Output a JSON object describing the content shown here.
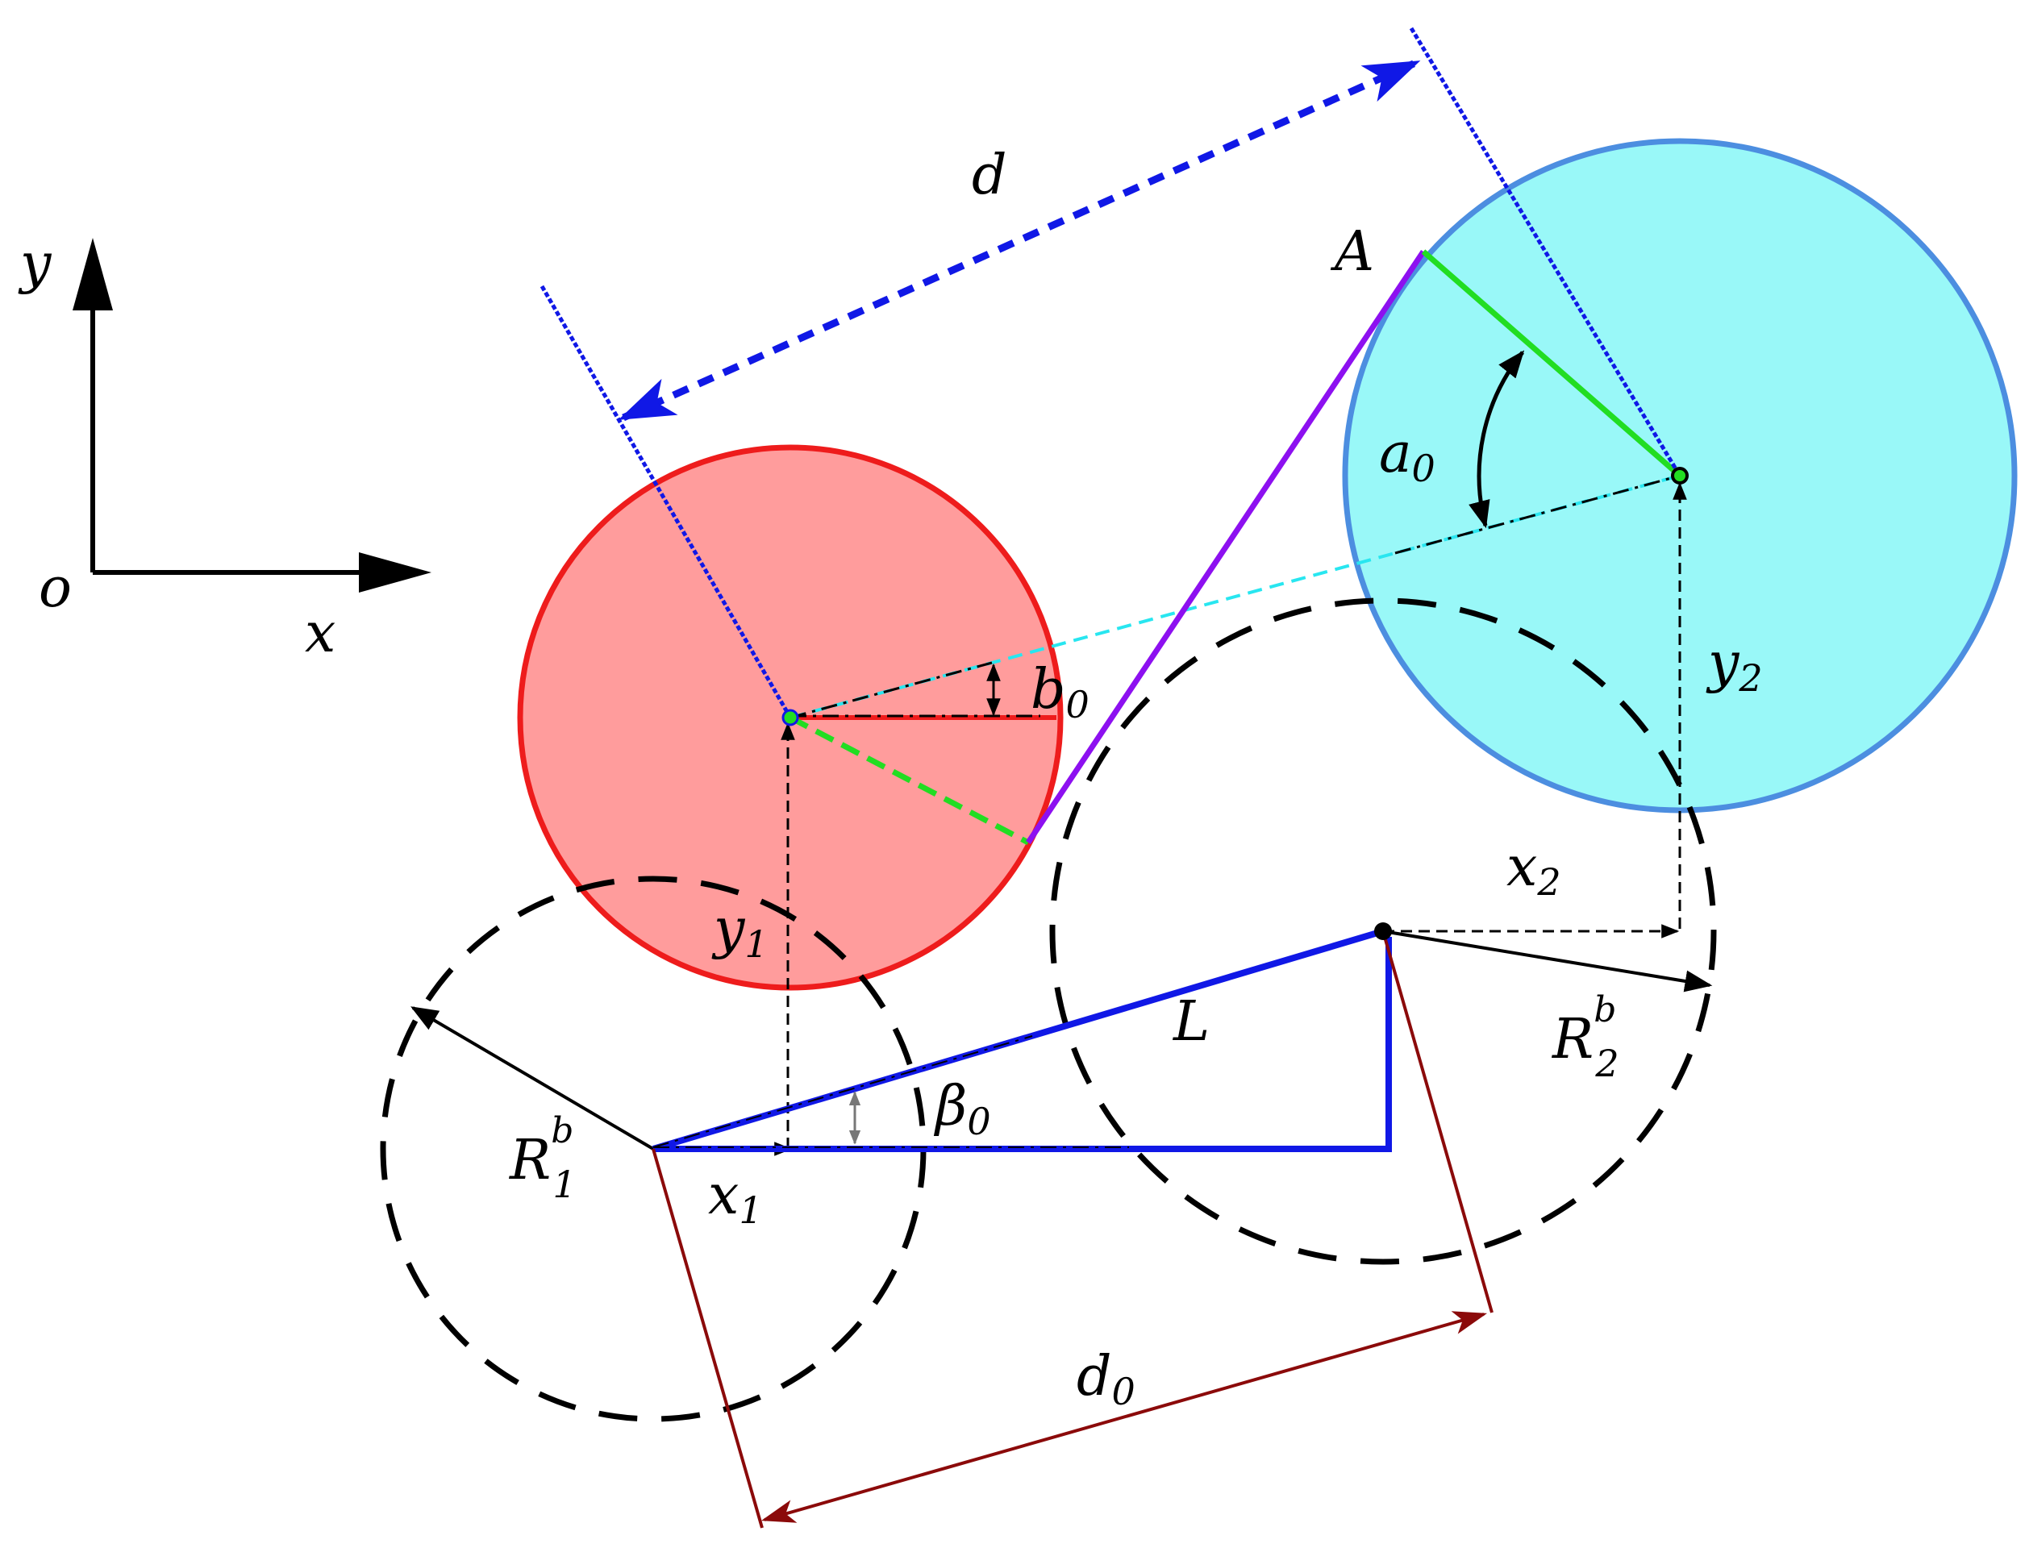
{
  "labels": {
    "axis_y": "y",
    "axis_x": "x",
    "origin": "o",
    "d": "d",
    "point_A": "A",
    "a0_main": "a",
    "a0_sub": "0",
    "b0_main": "b",
    "b0_sub": "0",
    "y2_main": "y",
    "y2_sub": "2",
    "x2_main": "x",
    "x2_sub": "2",
    "y1_main": "y",
    "y1_sub": "1",
    "x1_main": "x",
    "x1_sub": "1",
    "L": "L",
    "beta0_main": "β",
    "beta0_sub": "0",
    "R1_main": "R",
    "R1_sub": "1",
    "R1_sup": "b",
    "R2_main": "R",
    "R2_sub": "2",
    "R2_sup": "b",
    "d0_main": "d",
    "d0_sub": "0"
  },
  "colors": {
    "red_body": "#ff9c9c",
    "red_outline": "#ee1c1c",
    "cyan_body": "#99f8f8",
    "cyan_outline": "#4c8ee0",
    "blue_dim": "#1018e6",
    "purple_link": "#8d10f0",
    "green_link": "#22dd22",
    "cyan_dashed": "#28e6f0",
    "dark_red_dim": "#8b0a0a",
    "black": "#000000"
  }
}
